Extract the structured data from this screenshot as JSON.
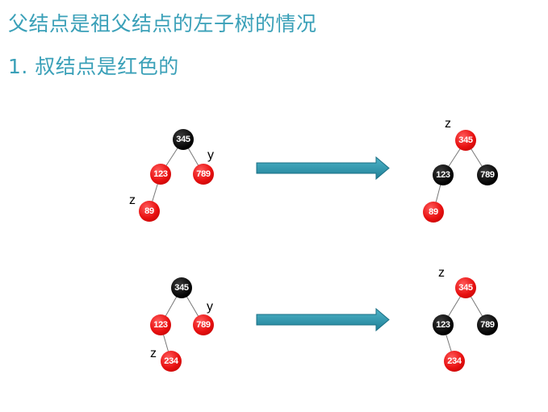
{
  "title": "父结点是祖父结点的左子树的情况",
  "subtitle": "1. 叔结点是红色的",
  "colors": {
    "heading": "#3aa0b8",
    "red_node": "#e81010",
    "black_node": "#000000",
    "arrow": "#2b8fa6"
  },
  "rows": [
    {
      "before": {
        "nodes": [
          {
            "label": "345",
            "color": "black"
          },
          {
            "label": "123",
            "color": "red"
          },
          {
            "label": "789",
            "color": "red",
            "tag": "y"
          },
          {
            "label": "89",
            "color": "red",
            "tag": "z"
          }
        ]
      },
      "after": {
        "nodes": [
          {
            "label": "345",
            "color": "red",
            "tag": "z"
          },
          {
            "label": "123",
            "color": "black"
          },
          {
            "label": "789",
            "color": "black"
          },
          {
            "label": "89",
            "color": "red"
          }
        ]
      }
    },
    {
      "before": {
        "nodes": [
          {
            "label": "345",
            "color": "black"
          },
          {
            "label": "123",
            "color": "red"
          },
          {
            "label": "789",
            "color": "red",
            "tag": "y"
          },
          {
            "label": "234",
            "color": "red",
            "tag": "z"
          }
        ]
      },
      "after": {
        "nodes": [
          {
            "label": "345",
            "color": "red",
            "tag": "z"
          },
          {
            "label": "123",
            "color": "black"
          },
          {
            "label": "789",
            "color": "black"
          },
          {
            "label": "234",
            "color": "red"
          }
        ]
      }
    }
  ]
}
